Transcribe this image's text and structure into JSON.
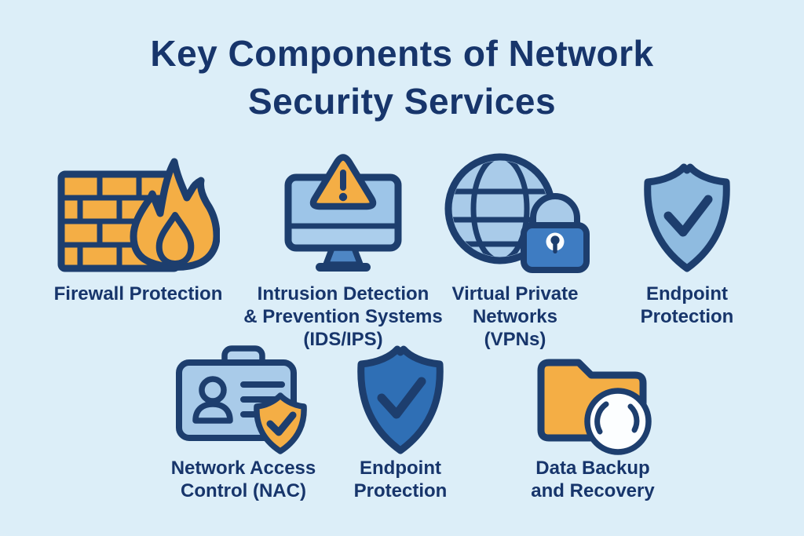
{
  "title": {
    "line1": "Key Components of Network",
    "line2": "Security Services"
  },
  "items": [
    {
      "id": "firewall-protection",
      "icon": "firewall-icon",
      "label": "Firewall Protection",
      "lines": [
        "Firewall Protection"
      ]
    },
    {
      "id": "intrusion-detection-prevention",
      "icon": "monitor-warning-icon",
      "label": "Intrusion Detection & Prevention Systems (IDS/IPS)",
      "lines": [
        "Intrusion Detection",
        "& Prevention Systems",
        "(IDS/IPS)"
      ]
    },
    {
      "id": "virtual-private-networks",
      "icon": "globe-padlock-icon",
      "label": "Virtual Private Networks (VPNs)",
      "lines": [
        "Virtual Private",
        "Networks",
        "(VPNs)"
      ]
    },
    {
      "id": "endpoint-protection-top",
      "icon": "shield-check-icon",
      "label": "Endpoint Protection",
      "lines": [
        "Endpoint",
        "Protection"
      ]
    },
    {
      "id": "network-access-control",
      "icon": "id-card-shield-icon",
      "label": "Network Access Control (NAC)",
      "lines": [
        "Network Access",
        "Control (NAC)"
      ]
    },
    {
      "id": "endpoint-protection-bottom",
      "icon": "shield-check-icon",
      "label": "Endpoint Protection",
      "lines": [
        "Endpoint",
        "Protection"
      ]
    },
    {
      "id": "data-backup-recovery",
      "icon": "folder-restore-icon",
      "label": "Data Backup and Recovery",
      "lines": [
        "Data Backup",
        "and Recovery"
      ]
    }
  ],
  "colors": {
    "background": "#dceef8",
    "vignette": "#ecf8fd",
    "text_navy": "#17356b",
    "outline_navy": "#1d3e6e",
    "orange": "#f4ae45",
    "light_blue": "#a9cbe9",
    "screen_blue": "#9dc5e8",
    "strip_blue": "#abceec",
    "medium_blue": "#4e86c4",
    "padlock_blue": "#3e7cc2",
    "shield_light": "#8fbbe0",
    "shield_dark": "#2f6fb5",
    "tab_blue": "#b5d3ee",
    "white": "#fcfeff"
  }
}
